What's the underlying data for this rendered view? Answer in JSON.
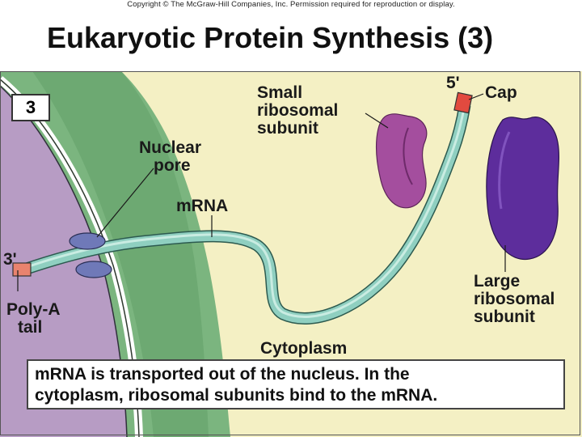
{
  "copyright": "Copyright © The McGraw-Hill Companies, Inc. Permission required for reproduction or display.",
  "title": "Eukaryotic Protein Synthesis (3)",
  "step_number": "3",
  "labels": {
    "nuclear_pore": [
      "Nuclear",
      "pore"
    ],
    "mrna": "mRNA",
    "small_subunit": [
      "Small",
      "ribosomal",
      "subunit"
    ],
    "five_prime": "5'",
    "cap": "Cap",
    "three_prime": "3'",
    "poly_a_tail": [
      "Poly-A",
      "tail"
    ],
    "large_subunit": [
      "Large",
      "ribosomal",
      "subunit"
    ],
    "cytoplasm": "Cytoplasm"
  },
  "caption": {
    "line1": "mRNA is transported out of the nucleus. In the",
    "line2": "cytoplasm, ribosomal subunits bind to the mRNA."
  },
  "colors": {
    "cytoplasm_bg": "#f4f0c4",
    "nuclear_envelope": "#7bb57f",
    "nucleus": "#b79cc4",
    "mrna": "#8fcfc0",
    "small_subunit": "#a44e9e",
    "large_subunit": "#5d2d9c",
    "cap_and_tail": "#e24a3f",
    "pore_protein": "#6f79b8"
  }
}
